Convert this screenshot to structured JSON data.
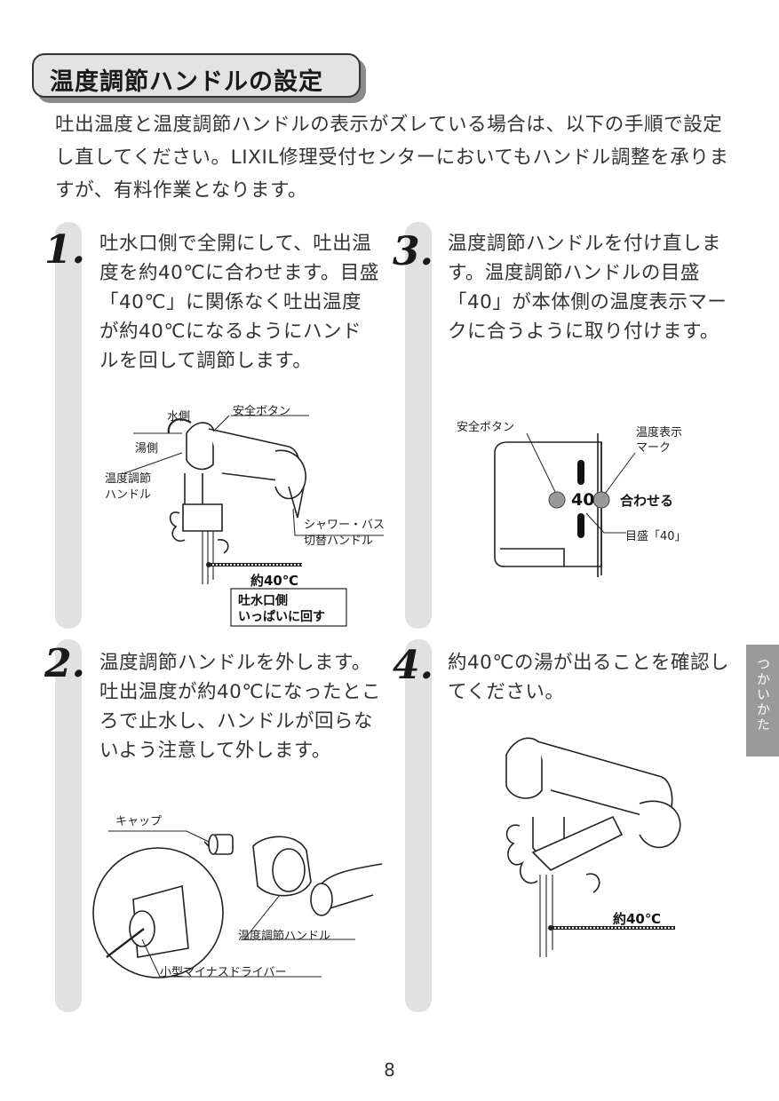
{
  "title": "温度調節ハンドルの設定",
  "intro": "吐出温度と温度調節ハンドルの表示がズレている場合は、以下の手順で設定し直してください。LIXIL修理受付センターにおいてもハンドル調整を承りますが、有料作業となります。",
  "steps": [
    {
      "number": "1.",
      "text": "吐水口側で全開にして、吐出温度を約40℃に合わせます。目盛「40℃」に関係なく吐出温度が約40℃になるようにハンドルを回して調節します。",
      "labels": {
        "safety": "安全ボタン",
        "water": "水側",
        "hot": "湯側",
        "temp_handle_1": "温度調節",
        "temp_handle_2": "ハンドル",
        "shower_1": "シャワー・バス",
        "shower_2": "切替ハンドル",
        "temp": "約40℃",
        "box_1": "吐水口側",
        "box_2": "いっぱいに回す"
      }
    },
    {
      "number": "2.",
      "text": "温度調節ハンドルを外します。吐出温度が約40℃になったところで止水し、ハンドルが回らないよう注意して外します。",
      "labels": {
        "cap": "キャップ",
        "handle": "温度調節ハンドル",
        "driver": "小型マイナスドライバー"
      }
    },
    {
      "number": "3.",
      "text": "温度調節ハンドルを付け直します。温度調節ハンドルの目盛「40」が本体側の温度表示マークに合うように取り付けます。",
      "labels": {
        "safety": "安全ボタン",
        "mark_1": "温度表示",
        "mark_2": "マーク",
        "align": "合わせる",
        "value": "40",
        "scale": "目盛「40」"
      }
    },
    {
      "number": "4.",
      "text": "約40℃の湯が出ることを確認してください。",
      "labels": {
        "temp": "約40℃"
      }
    }
  ],
  "side_tab": "つかいかた",
  "page_number": "8"
}
